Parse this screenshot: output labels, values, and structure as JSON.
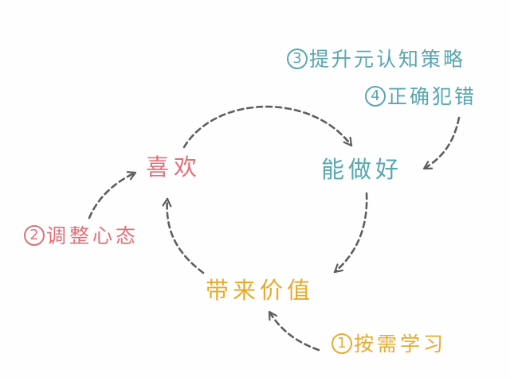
{
  "colors": {
    "pink": "#df7178",
    "teal": "#5aa6ae",
    "gold": "#e7ab2c",
    "arrow": "#5e5e5e",
    "background": "#fefefe"
  },
  "cycle": {
    "nodes": [
      {
        "id": "like",
        "label": "喜欢",
        "color": "pink"
      },
      {
        "id": "do_well",
        "label": "能做好",
        "color": "teal"
      },
      {
        "id": "bring_value",
        "label": "带来价值",
        "color": "gold"
      }
    ],
    "edges": [
      {
        "from": "like",
        "to": "do_well"
      },
      {
        "from": "do_well",
        "to": "bring_value"
      },
      {
        "from": "bring_value",
        "to": "like"
      }
    ]
  },
  "interventions": [
    {
      "number": "1",
      "label": "按需学习",
      "target": "bring_value",
      "color": "gold"
    },
    {
      "number": "2",
      "label": "调整心态",
      "target": "like",
      "color": "pink"
    },
    {
      "number": "3",
      "label": "提升元认知策略",
      "target": "do_well",
      "color": "teal"
    },
    {
      "number": "4",
      "label": "正确犯错",
      "target": "do_well",
      "color": "teal"
    }
  ]
}
